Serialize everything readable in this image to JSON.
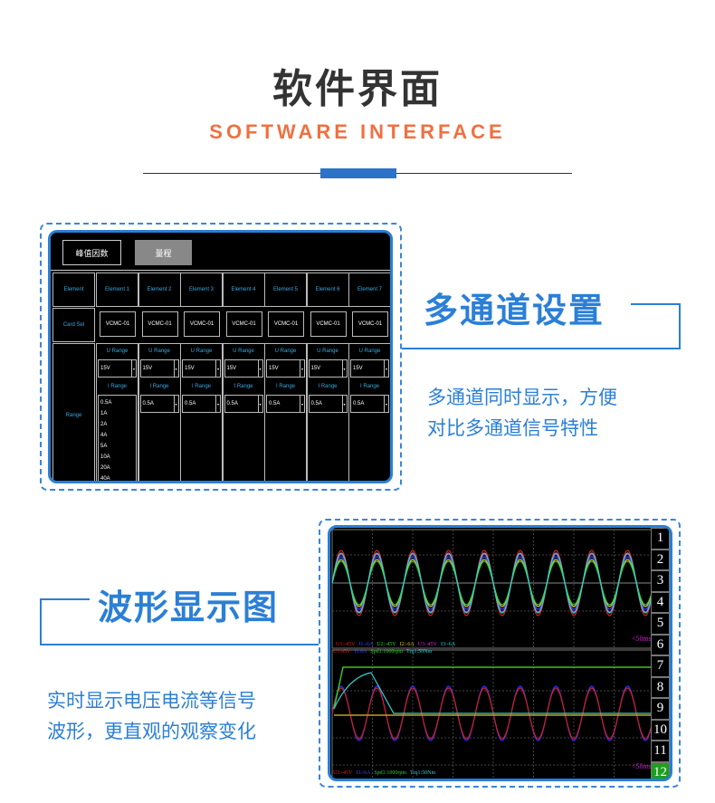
{
  "header": {
    "title": "软件界面",
    "subtitle": "SOFTWARE INTERFACE"
  },
  "section1": {
    "heading": "多通道设置",
    "desc": [
      "多通道同时显示，方便",
      "对比多通道信号特性"
    ],
    "screen": {
      "tabs": [
        "峰值因数",
        "量程"
      ],
      "active_tab": 1,
      "row_labels": {
        "element": "Element",
        "card_sel": "Card Sel",
        "range": "Range"
      },
      "elements": [
        "Element 1",
        "Element 2",
        "Element 3",
        "Element 4",
        "Element 5",
        "Element 6",
        "Element 7"
      ],
      "card_values": [
        "VCMC-01",
        "VCMC-01",
        "VCMC-01",
        "VCMC-01",
        "VCMC-01",
        "VCMC-01",
        "VCMC-01"
      ],
      "u_range_label": "U Range",
      "i_range_label": "I Range",
      "u_values": [
        "15V",
        "15V",
        "15V",
        "15V",
        "15V",
        "15V",
        "15V"
      ],
      "i_values": [
        "0.5A",
        "0.5A",
        "0.5A",
        "0.5A",
        "0.5A",
        "0.5A",
        "0.5A"
      ],
      "i_range_options": [
        "0.5A",
        "1A",
        "2A",
        "4A",
        "5A",
        "10A",
        "20A",
        "40A"
      ]
    }
  },
  "section2": {
    "heading": "波形显示图",
    "desc": [
      "实时显示电压电流等信号",
      "波形，更直观的观察变化"
    ],
    "screen": {
      "channel_buttons": [
        "1",
        "2",
        "3",
        "4",
        "5",
        "6",
        "7",
        "8",
        "9",
        "10",
        "11",
        "12"
      ],
      "active_channel": "12",
      "upper_legend": [
        {
          "t": "U1:-45V",
          "c": "#e02020"
        },
        {
          "t": "I1:-6A",
          "c": "#4040ff"
        },
        {
          "t": "U2:-45V",
          "c": "#30d030"
        },
        {
          "t": "I2:-6A",
          "c": "#e0c020"
        },
        {
          "t": "U3:-45V",
          "c": "#d030d0"
        },
        {
          "t": "I3:-6A",
          "c": "#30d0d0"
        }
      ],
      "lower_legend_top": [
        {
          "t": "U3:45V",
          "c": "#e02020"
        },
        {
          "t": "I3:6A",
          "c": "#4040ff"
        },
        {
          "t": "Spd1:1000rpm",
          "c": "#30d030"
        },
        {
          "t": "Trq1:50Nm",
          "c": "#30d0d0"
        }
      ],
      "lower_legend_bottom": [
        {
          "t": "U3:-45V",
          "c": "#e02020"
        },
        {
          "t": "I3:-6A",
          "c": "#4040ff"
        },
        {
          "t": "Spd1:1000rpm",
          "c": "#30d030"
        },
        {
          "t": "Trq1:50Nm",
          "c": "#30d0d0"
        }
      ],
      "timebase_upper": "<50ms>",
      "timebase_lower": "<50ms>"
    }
  },
  "colors": {
    "accent": "#2b7fd6",
    "subtitle": "#f07040",
    "active_channel": "#1e9e1e"
  }
}
